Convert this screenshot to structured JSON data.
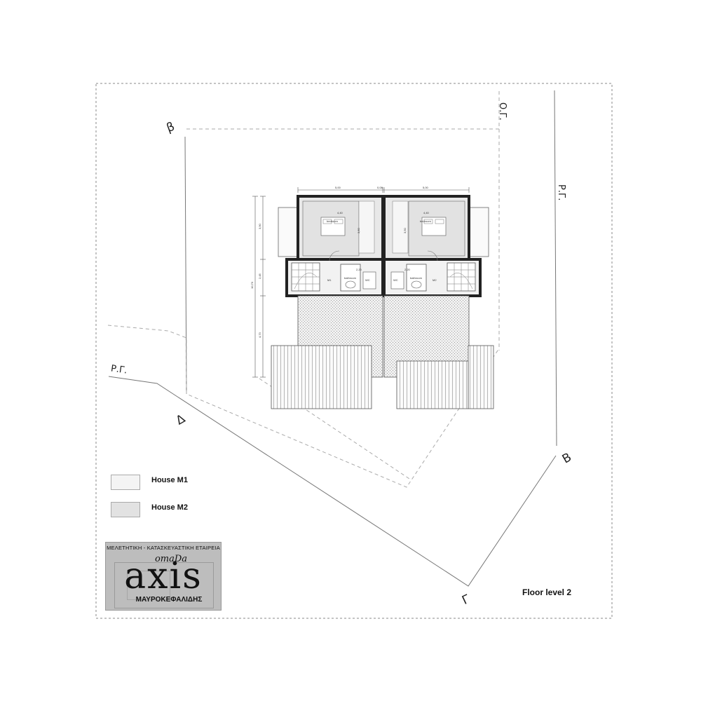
{
  "drawing": {
    "floor_level": "Floor level 2",
    "point_labels": {
      "beta_lower": "β",
      "beta_upper": "B",
      "gamma": "Γ",
      "delta": "Δ"
    },
    "road_labels": {
      "og": "Ο.Γ.",
      "rg_right": "Ρ.Γ.",
      "rg_left": "Ρ.Γ."
    },
    "dimensions": {
      "top_left_width": "5,00",
      "top_gap": "0,08",
      "top_right_width": "5,00",
      "left_seg1": "3,90",
      "left_seg2": "2,45",
      "left_seg3": "4,73",
      "left_total": "10,70",
      "bedroom_width_m1": "4,40",
      "bedroom_width_m2": "4,40",
      "bedroom_depth_m1": "3,50",
      "bedroom_depth_m2": "3,50",
      "bath_width_m1": "2,20",
      "bath_width_m2": "2,20"
    },
    "rooms": {
      "bedroom_m1": "bedroom",
      "bedroom_m2": "bedroom",
      "bathroom_m1": "bathroom",
      "bathroom_m2": "bathroom",
      "wc_m1": "WC",
      "wc_m2": "WC",
      "house_tag_m1": "M1",
      "house_tag_m2": "M2"
    }
  },
  "legend": {
    "items": [
      {
        "label": "House M1",
        "color": "#f4f4f4"
      },
      {
        "label": "House M2",
        "color": "#e2e2e2"
      }
    ]
  },
  "logo": {
    "top_text": "ΜΕΛΕΤΗΤΙΚΗ - ΚΑΤΑΣΚΕΥΑΣΤΙΚΗ ΕΤΑΙΡΕΙΑ",
    "small_text": "omaDa",
    "brand": "axis",
    "bottom_text": "ΜΑΥΡΟΚΕΦΑΛΙΔΗΣ"
  }
}
